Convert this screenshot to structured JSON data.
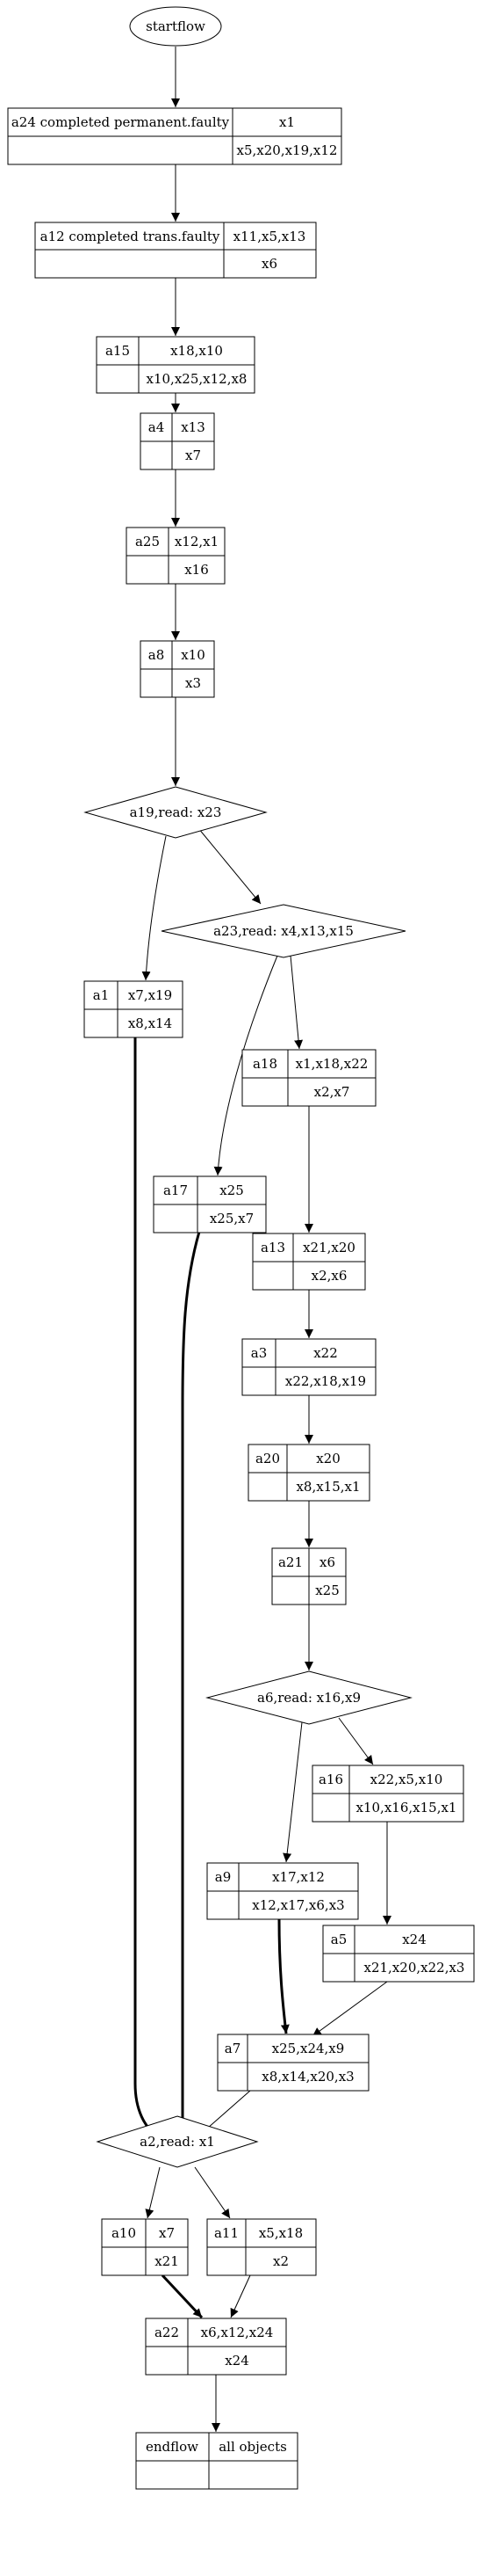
{
  "start": {
    "label": "startflow"
  },
  "end": {
    "left": "endflow",
    "right": "all objects"
  },
  "nodes": {
    "a24": {
      "id": "a24 completed permanent.faulty",
      "top": "x1",
      "bottom": "x5,x20,x19,x12"
    },
    "a12": {
      "id": "a12 completed trans.faulty",
      "top": "x11,x5,x13",
      "bottom": "x6"
    },
    "a15": {
      "id": "a15",
      "top": "x18,x10",
      "bottom": "x10,x25,x12,x8"
    },
    "a4": {
      "id": "a4",
      "top": "x13",
      "bottom": "x7"
    },
    "a25": {
      "id": "a25",
      "top": "x12,x1",
      "bottom": "x16"
    },
    "a8": {
      "id": "a8",
      "top": "x10",
      "bottom": "x3"
    },
    "a1": {
      "id": "a1",
      "top": "x7,x19",
      "bottom": "x8,x14"
    },
    "a18": {
      "id": "a18",
      "top": "x1,x18,x22",
      "bottom": "x2,x7"
    },
    "a17": {
      "id": "a17",
      "top": "x25",
      "bottom": "x25,x7"
    },
    "a13": {
      "id": "a13",
      "top": "x21,x20",
      "bottom": "x2,x6"
    },
    "a3": {
      "id": "a3",
      "top": "x22",
      "bottom": "x22,x18,x19"
    },
    "a20": {
      "id": "a20",
      "top": "x20",
      "bottom": "x8,x15,x1"
    },
    "a21": {
      "id": "a21",
      "top": "x6",
      "bottom": "x25"
    },
    "a16": {
      "id": "a16",
      "top": "x22,x5,x10",
      "bottom": "x10,x16,x15,x1"
    },
    "a9": {
      "id": "a9",
      "top": "x17,x12",
      "bottom": "x12,x17,x6,x3"
    },
    "a5": {
      "id": "a5",
      "top": "x24",
      "bottom": "x21,x20,x22,x3"
    },
    "a7": {
      "id": "a7",
      "top": "x25,x24,x9",
      "bottom": "x8,x14,x20,x3"
    },
    "a10": {
      "id": "a10",
      "top": "x7",
      "bottom": "x21"
    },
    "a11": {
      "id": "a11",
      "top": "x5,x18",
      "bottom": "x2"
    },
    "a22": {
      "id": "a22",
      "top": "x6,x12,x24",
      "bottom": "x24"
    }
  },
  "decisions": {
    "a19": {
      "label": "a19,read: x23"
    },
    "a23": {
      "label": "a23,read: x4,x13,x15"
    },
    "a6": {
      "label": "a6,read: x16,x9"
    },
    "a2": {
      "label": "a2,read: x1"
    }
  }
}
